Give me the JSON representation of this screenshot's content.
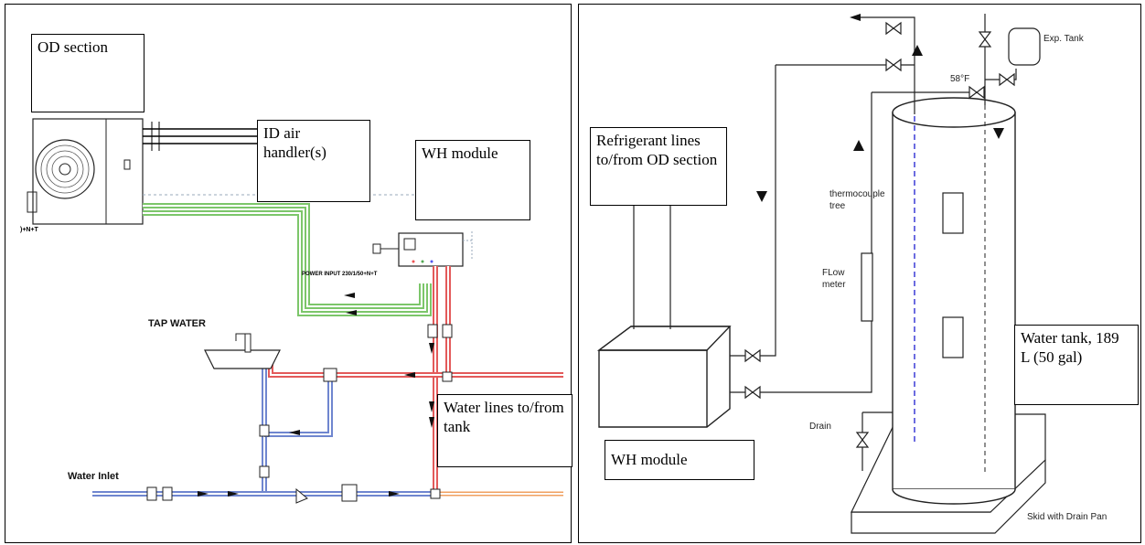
{
  "left_panel": {
    "boxes": {
      "od_section": "OD section",
      "id_air_handlers": "ID air handler(s)",
      "wh_module": "WH module",
      "water_lines": "Water lines to/from tank"
    },
    "labels": {
      "tap_water": "TAP WATER",
      "water_inlet": "Water Inlet",
      "power_input": "POWER INPUT 230/1/50+N+T",
      "unit_tag": ")+N+T"
    },
    "colors": {
      "hot": "#e35a5a",
      "cold": "#6f86cf",
      "refrigerant": "#7cc66a",
      "orange": "#f0a060"
    }
  },
  "right_panel": {
    "boxes": {
      "refrigerant_lines": "Refrigerant lines to/from OD section",
      "wh_module": "WH module",
      "water_tank": "Water tank, 189 L (50 gal)"
    },
    "labels": {
      "exp_tank": "Exp. Tank",
      "temp": "58°F",
      "thermocouple": "thermocouple tree",
      "flow_meter": "FLow meter",
      "drain": "Drain",
      "skid": "Skid with Drain Pan"
    },
    "colors": {
      "thermocouple": "#3b3bd6"
    }
  }
}
